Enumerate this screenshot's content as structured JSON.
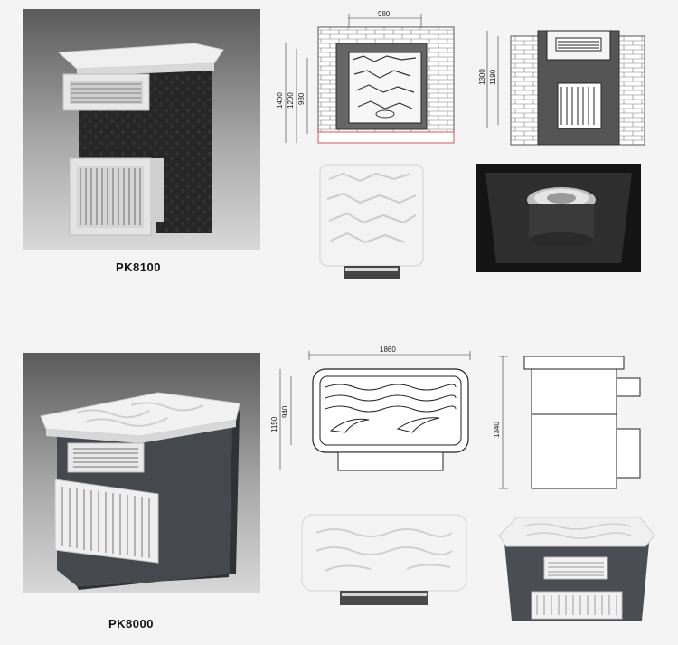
{
  "products": [
    {
      "model": "PK8100",
      "dims": {
        "width_top": "980",
        "height_total": "1400",
        "height_mid": "1200",
        "height_inner": "980",
        "side_height_total": "1300",
        "side_height_inner": "1190"
      }
    },
    {
      "model": "PK8000",
      "dims": {
        "width_top": "1860",
        "height_inner": "940",
        "height_total": "1150",
        "side_height": "1340"
      }
    }
  ],
  "colors": {
    "background": "#f4f4f4",
    "brick_red": "#d9534f",
    "unit_body": "#3c3f44",
    "panel_white": "#f2f2f2"
  }
}
